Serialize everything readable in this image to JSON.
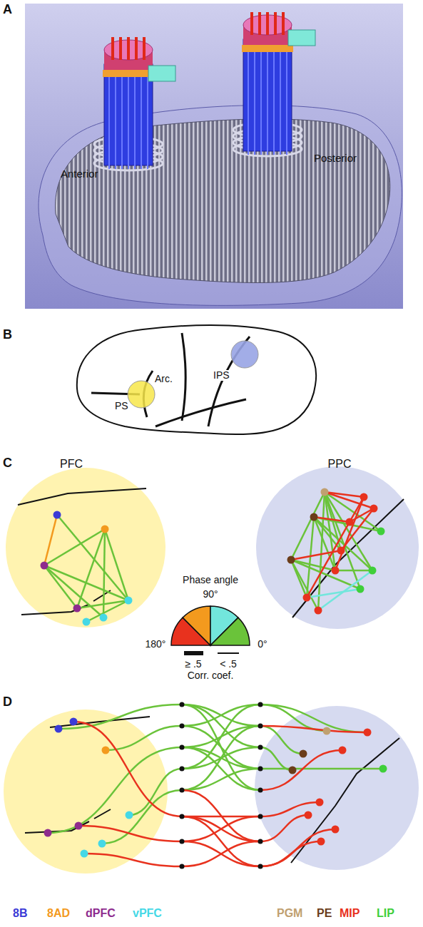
{
  "diagram": {
    "nodes": [
      {
        "text": [
          "PFC"
        ]
      },
      {
        "text": [
          "PPC"
        ]
      }
    ],
    "labels": [
      "A",
      "Anterior",
      "Posterior",
      "B",
      "Arc.",
      "PS",
      "IPS",
      "C",
      "Phase angle",
      "90°",
      "180°",
      "0°",
      "≥ .5",
      "< .5",
      "Corr. coef.",
      "D"
    ],
    "legend": [
      {
        "text": "8B",
        "color": "#3b3bd6"
      },
      {
        "text": "8AD",
        "color": "#f39a1e"
      },
      {
        "text": "dPFC",
        "color": "#8e2b8e"
      },
      {
        "text": "vPFC",
        "color": "#45d8e6"
      },
      {
        "text": "PGM",
        "color": "#c0a070"
      },
      {
        "text": "PE",
        "color": "#6b3d1a"
      },
      {
        "text": "MIP",
        "color": "#e8321e"
      },
      {
        "text": "LIP",
        "color": "#3fcf3a"
      }
    ]
  }
}
